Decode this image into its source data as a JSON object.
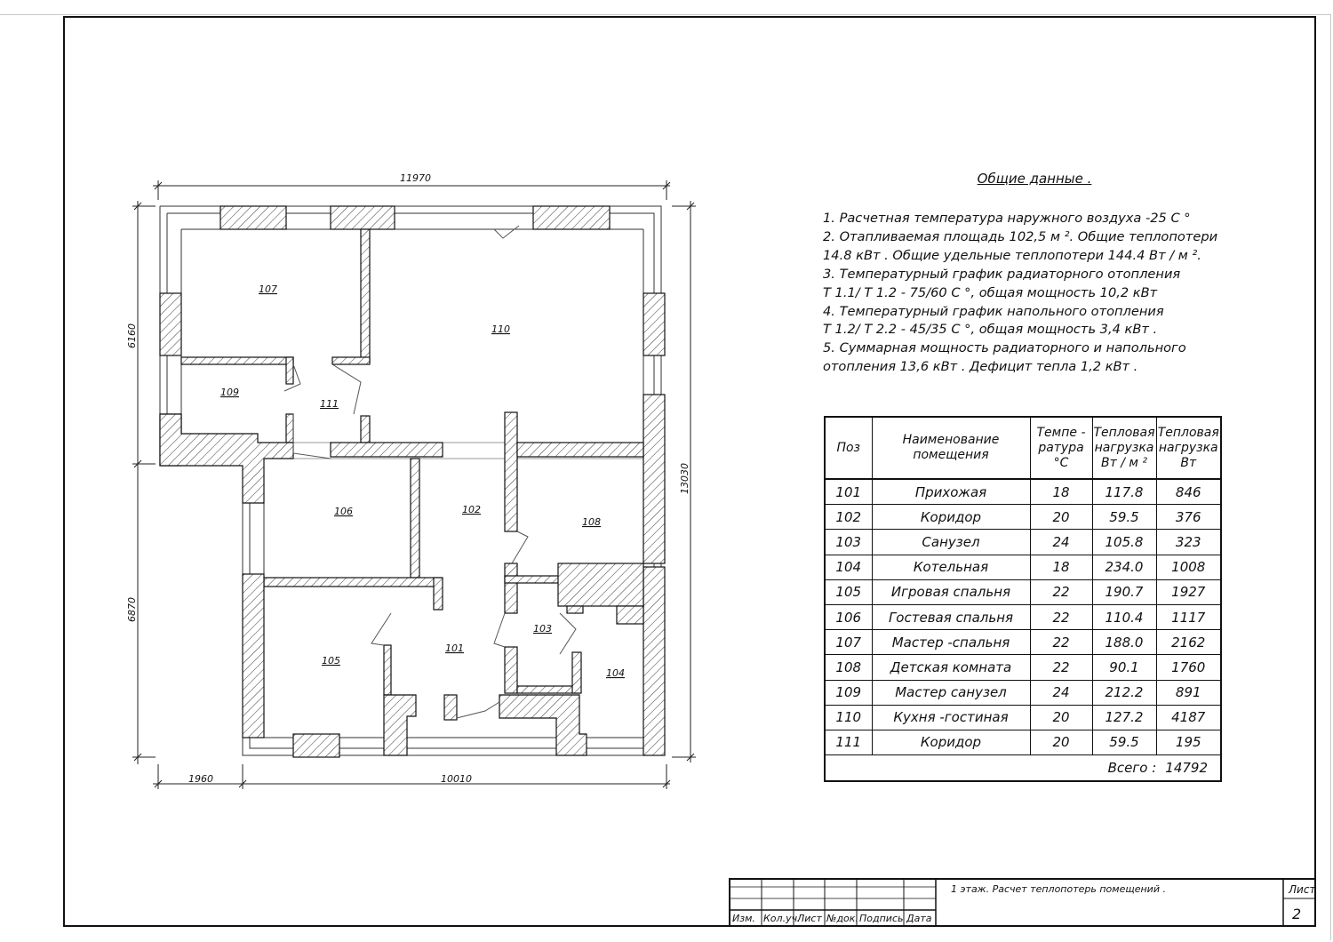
{
  "dimensions": {
    "top_total": "11970",
    "left_upper": "6160",
    "left_lower": "6870",
    "right_total": "13030",
    "bottom_left": "1960",
    "bottom_main": "10010"
  },
  "rooms": [
    "107",
    "110",
    "109",
    "111",
    "106",
    "102",
    "108",
    "103",
    "105",
    "101",
    "104"
  ],
  "general": {
    "title": "Общие данные .",
    "lines": [
      "1.  Расчетная температура наружного воздуха  -25  С °",
      "2.  Отапливаемая площадь  102,5  м ². Общие теплопотери",
      "14.8  кВт . Общие удельные теплопотери  144.4  Вт / м ².",
      "3.  Температурный график радиаторного отопления",
      "Т 1.1/ Т 1.2 - 75/60  С °, общая мощность  10,2  кВт",
      "4.  Температурный график напольного отопления",
      "Т 1.2/ Т 2.2 - 45/35  С °, общая мощность  3,4  кВт .",
      "5.  Суммарная мощность радиаторного и напольного",
      "отопления  13,6   кВт . Дефицит тепла  1,2  кВт ."
    ]
  },
  "table": {
    "headers": {
      "pos": "Поз",
      "name_1": "Наименование",
      "name_2": "помещения",
      "temp_1": "Темпе -",
      "temp_2": "ратура",
      "temp_3": "°С",
      "load_sp_1": "Тепловая",
      "load_sp_2": "нагрузка",
      "load_sp_3": "Вт / м ²",
      "load_1": "Тепловая",
      "load_2": "нагрузка",
      "load_3": "Вт"
    },
    "rows": [
      {
        "pos": "101",
        "name": "Прихожая",
        "temp": "18",
        "specific": "117.8",
        "load": "846"
      },
      {
        "pos": "102",
        "name": "Коридор",
        "temp": "20",
        "specific": "59.5",
        "load": "376"
      },
      {
        "pos": "103",
        "name": "Санузел",
        "temp": "24",
        "specific": "105.8",
        "load": "323"
      },
      {
        "pos": "104",
        "name": "Котельная",
        "temp": "18",
        "specific": "234.0",
        "load": "1008"
      },
      {
        "pos": "105",
        "name": "Игровая спальня",
        "temp": "22",
        "specific": "190.7",
        "load": "1927"
      },
      {
        "pos": "106",
        "name": "Гостевая спальня",
        "temp": "22",
        "specific": "110.4",
        "load": "1117"
      },
      {
        "pos": "107",
        "name": "Мастер -спальня",
        "temp": "22",
        "specific": "188.0",
        "load": "2162"
      },
      {
        "pos": "108",
        "name": "Детская комната",
        "temp": "22",
        "specific": "90.1",
        "load": "1760"
      },
      {
        "pos": "109",
        "name": "Мастер санузел",
        "temp": "24",
        "specific": "212.2",
        "load": "891"
      },
      {
        "pos": "110",
        "name": "Кухня -гостиная",
        "temp": "20",
        "specific": "127.2",
        "load": "4187"
      },
      {
        "pos": "111",
        "name": "Коридор",
        "temp": "20",
        "specific": "59.5",
        "load": "195"
      }
    ],
    "total_label": "Всего :",
    "total_value": "14792"
  },
  "stamp": {
    "title": "1 этаж. Расчет теплопотерь помещений .",
    "sheet_label": "Лист",
    "sheet_number": "2",
    "columns": [
      "Изм.",
      "Кол.уч.",
      "Лист",
      "№док.",
      "Подпись",
      "Дата"
    ]
  }
}
